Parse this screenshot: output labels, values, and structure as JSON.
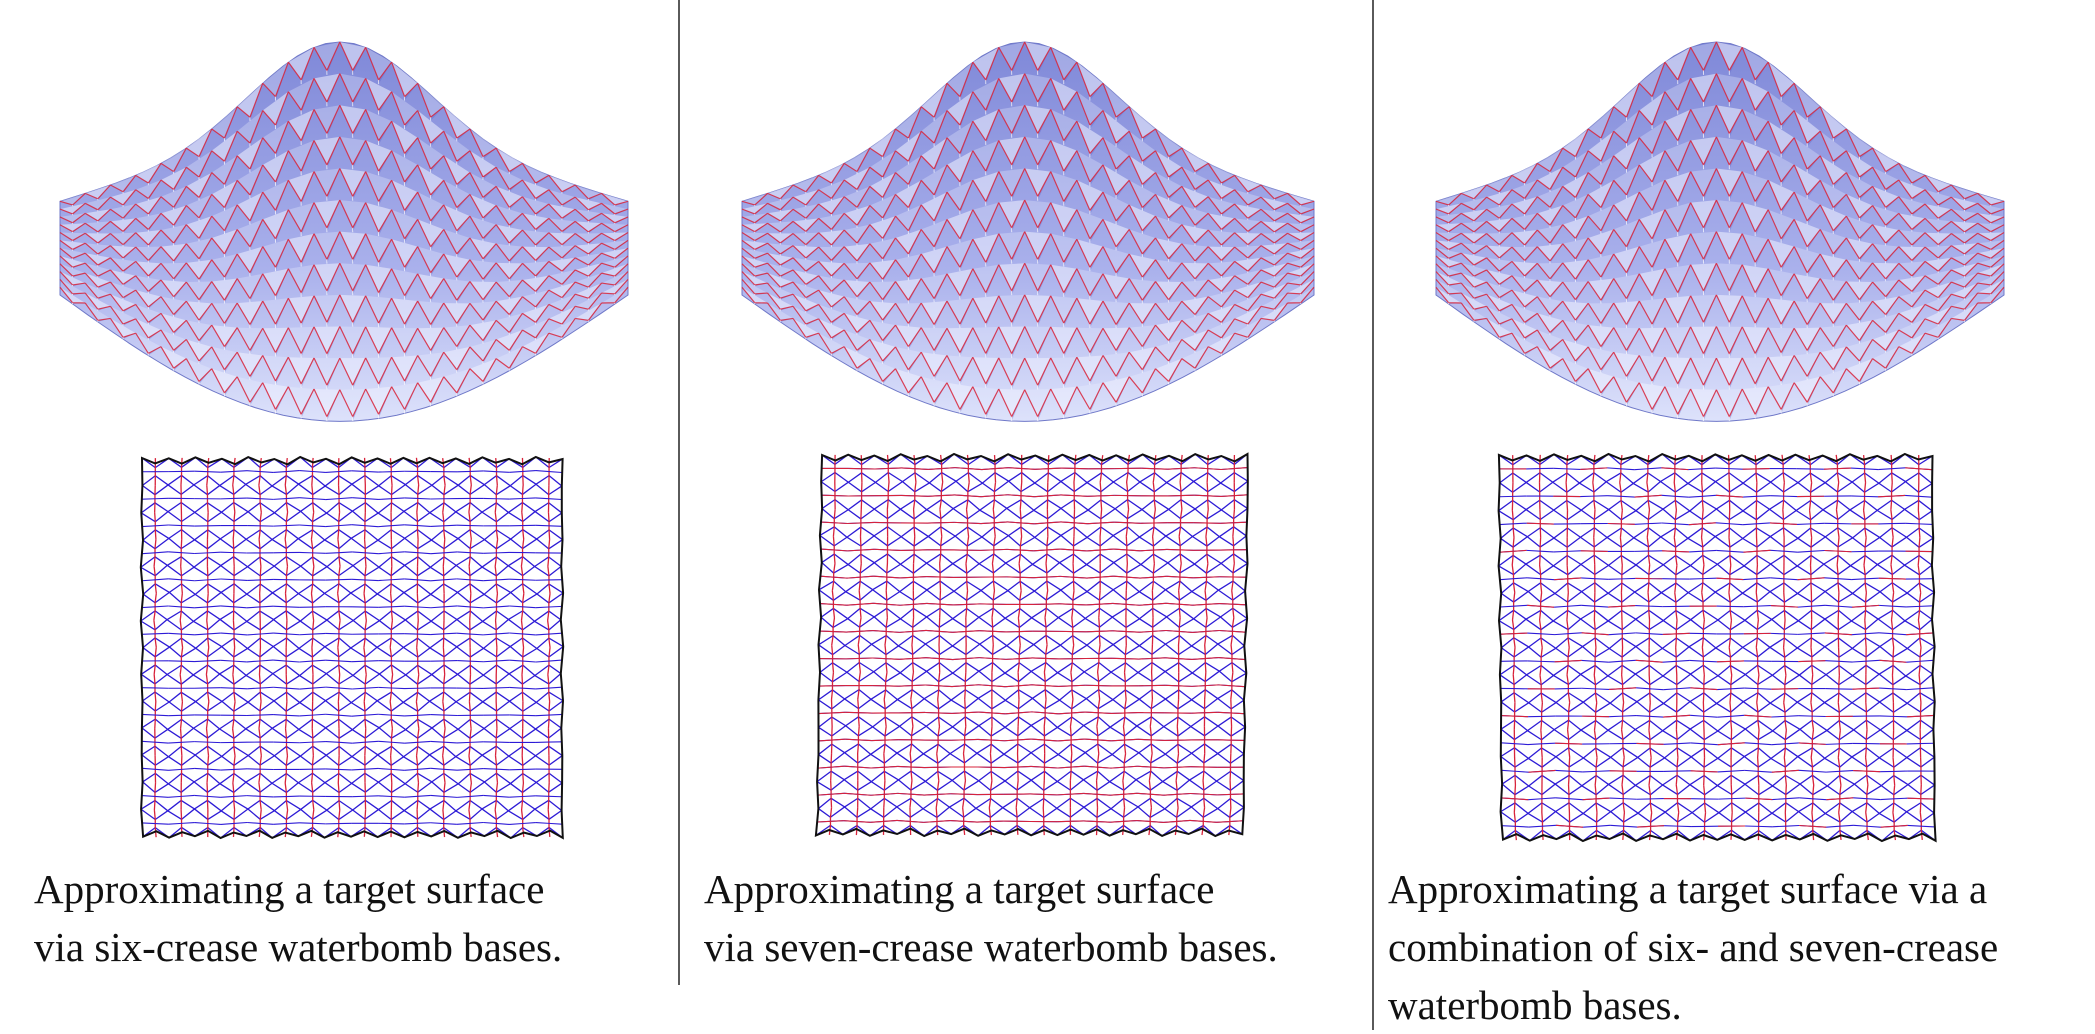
{
  "figure": {
    "panels": [
      {
        "caption": "Approximating a target surface\nvia six-crease waterbomb bases.",
        "crease_base": "six-crease",
        "grid": {
          "cols": 16,
          "rows": 14
        }
      },
      {
        "caption": "Approximating a target surface\nvia seven-crease waterbomb bases.",
        "crease_base": "seven-crease",
        "grid": {
          "cols": 16,
          "rows": 14
        }
      },
      {
        "caption": "Approximating a target surface via a\ncombination of six- and seven-crease\nwaterbomb bases.",
        "crease_base": "six-and-seven-crease",
        "grid": {
          "cols": 16,
          "rows": 14
        }
      }
    ],
    "colors": {
      "mountain": "#d8233a",
      "valley": "#2d1bd6",
      "boundary": "#111111",
      "surface_light": "#dde2fb",
      "surface_dark": "#7f88d8",
      "divider": "#5a5a5a"
    }
  }
}
